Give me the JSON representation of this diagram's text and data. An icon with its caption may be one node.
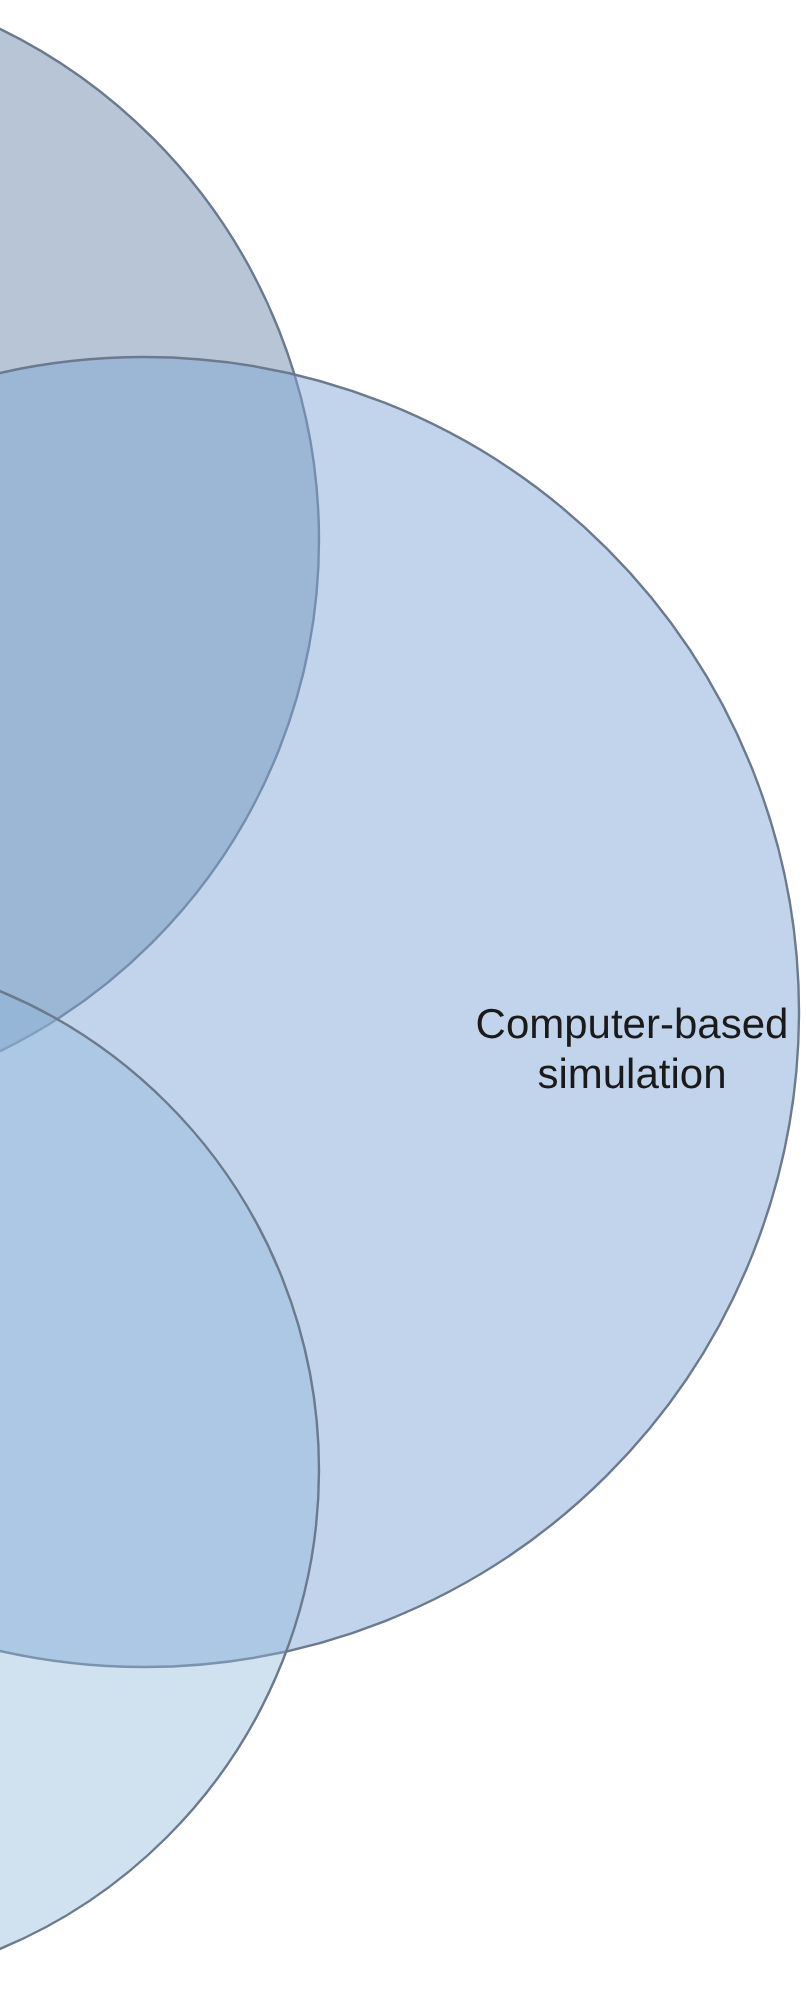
{
  "diagram": {
    "nodes": [
      {
        "text": [],
        "shape": "circle"
      },
      {
        "text": [
          "Computer-based simulation"
        ]
      },
      {
        "text": [],
        "shape": "circle"
      }
    ]
  }
}
